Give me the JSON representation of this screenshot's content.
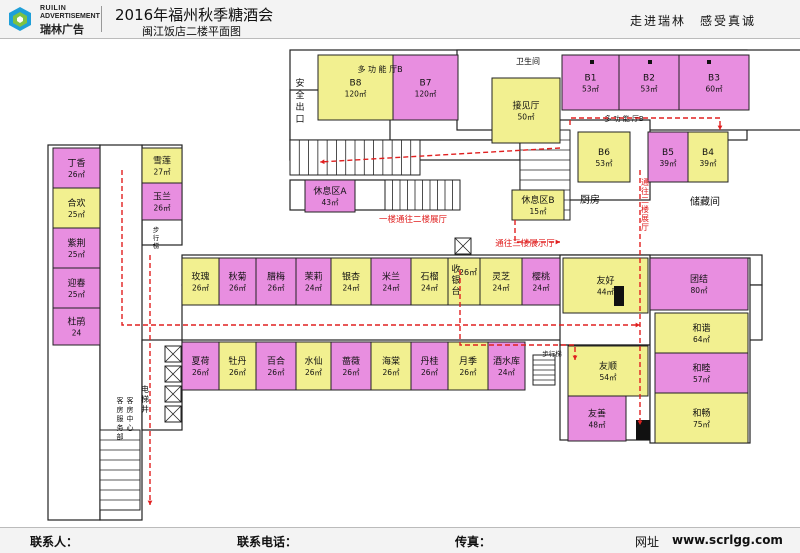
{
  "header": {
    "brand_line1": "RUILIN",
    "brand_line2": "ADVERTISEMENT",
    "brand_line3": "瑞林广告",
    "title": "2016年福州秋季糖酒会",
    "subtitle": "闽江饭店二楼平面图",
    "slogan": "走进瑞林　感受真诚"
  },
  "footer": {
    "contact": "联系人：",
    "phone": "联系电话：",
    "fax": "传真：",
    "web_label": "网址",
    "web_url": "www.scrlgg.com"
  },
  "colors": {
    "pink": "#e88ee0",
    "yellow": "#f2f090",
    "outline": "#222222",
    "arrow": "#e02020"
  },
  "rooms": [
    {
      "id": "dingxiang",
      "name": "丁香",
      "area": "26㎡",
      "color": "pink"
    },
    {
      "id": "hehuan",
      "name": "合欢",
      "area": "25㎡",
      "color": "yellow"
    },
    {
      "id": "zijing",
      "name": "紫荆",
      "area": "25㎡",
      "color": "pink"
    },
    {
      "id": "yingchun",
      "name": "迎春",
      "area": "25㎡",
      "color": "pink"
    },
    {
      "id": "dujuan",
      "name": "杜鹃",
      "area": "24",
      "color": "pink"
    },
    {
      "id": "xuelian",
      "name": "雪莲",
      "area": "27㎡",
      "color": "yellow"
    },
    {
      "id": "yulan",
      "name": "玉兰",
      "area": "26㎡",
      "color": "pink"
    },
    {
      "id": "meigui",
      "name": "玫瑰",
      "area": "26㎡",
      "color": "yellow"
    },
    {
      "id": "qiuju",
      "name": "秋菊",
      "area": "26㎡",
      "color": "pink"
    },
    {
      "id": "lamei",
      "name": "腊梅",
      "area": "26㎡",
      "color": "pink"
    },
    {
      "id": "moli",
      "name": "茉莉",
      "area": "24㎡",
      "color": "pink"
    },
    {
      "id": "yinxing",
      "name": "银杏",
      "area": "24㎡",
      "color": "yellow"
    },
    {
      "id": "milan",
      "name": "米兰",
      "area": "24㎡",
      "color": "pink"
    },
    {
      "id": "shiliu",
      "name": "石榴",
      "area": "24㎡",
      "color": "yellow"
    },
    {
      "id": "shouyintai",
      "name": "收银台",
      "area": "26㎡",
      "color": "yellow"
    },
    {
      "id": "lingzhi",
      "name": "灵芝",
      "area": "24㎡",
      "color": "yellow"
    },
    {
      "id": "yingtao",
      "name": "樱桃",
      "area": "24㎡",
      "color": "pink"
    },
    {
      "id": "youhao",
      "name": "友好",
      "area": "44㎡",
      "color": "yellow"
    },
    {
      "id": "tuanjie",
      "name": "团结",
      "area": "80㎡",
      "color": "pink"
    },
    {
      "id": "hexie",
      "name": "和谐",
      "area": "64㎡",
      "color": "yellow"
    },
    {
      "id": "hemu",
      "name": "和睦",
      "area": "57㎡",
      "color": "pink"
    },
    {
      "id": "hechang",
      "name": "和畅",
      "area": "75㎡",
      "color": "yellow"
    },
    {
      "id": "xiahe",
      "name": "夏荷",
      "area": "26㎡",
      "color": "pink"
    },
    {
      "id": "mudan",
      "name": "牡丹",
      "area": "26㎡",
      "color": "yellow"
    },
    {
      "id": "baihe",
      "name": "百合",
      "area": "26㎡",
      "color": "pink"
    },
    {
      "id": "shuixian",
      "name": "水仙",
      "area": "26㎡",
      "color": "yellow"
    },
    {
      "id": "qiangwei",
      "name": "蔷薇",
      "area": "26㎡",
      "color": "pink"
    },
    {
      "id": "haitang",
      "name": "海棠",
      "area": "26㎡",
      "color": "yellow"
    },
    {
      "id": "dangui",
      "name": "丹桂",
      "area": "26㎡",
      "color": "pink"
    },
    {
      "id": "yueji",
      "name": "月季",
      "area": "26㎡",
      "color": "yellow"
    },
    {
      "id": "jiushuiku",
      "name": "酒水库",
      "area": "24㎡",
      "color": "pink"
    },
    {
      "id": "youshun",
      "name": "友顺",
      "area": "54㎡",
      "color": "yellow"
    },
    {
      "id": "youshan",
      "name": "友善",
      "area": "48㎡",
      "color": "pink"
    },
    {
      "id": "b8",
      "name": "B8",
      "area": "120㎡",
      "color": "yellow"
    },
    {
      "id": "b7",
      "name": "B7",
      "area": "120㎡",
      "color": "pink"
    },
    {
      "id": "jiejianting",
      "name": "接见厅",
      "area": "50㎡",
      "color": "yellow"
    },
    {
      "id": "b1",
      "name": "B1",
      "area": "53㎡",
      "color": "pink"
    },
    {
      "id": "b2",
      "name": "B2",
      "area": "53㎡",
      "color": "pink"
    },
    {
      "id": "b3",
      "name": "B3",
      "area": "60㎡",
      "color": "pink"
    },
    {
      "id": "b6",
      "name": "B6",
      "area": "53㎡",
      "color": "yellow"
    },
    {
      "id": "b5",
      "name": "B5",
      "area": "39㎡",
      "color": "pink"
    },
    {
      "id": "b4",
      "name": "B4",
      "area": "39㎡",
      "color": "yellow"
    },
    {
      "id": "xiuxiquA",
      "name": "休息区A",
      "area": "43㎡",
      "color": "pink"
    },
    {
      "id": "xiuxiquB",
      "name": "休息区B",
      "area": "15㎡",
      "color": "yellow"
    }
  ],
  "labels": {
    "safety_exit": "安全出口",
    "multi_hall_b_top": "多 功 能 厅B",
    "multi_hall_b_right": "多 功 能 厅B",
    "restroom": "卫生间",
    "kitchen": "厨房",
    "storage": "储藏间",
    "stairs": "步行梯",
    "elevator_shaft": "电梯井",
    "guest_service": "客房服务部",
    "guest_center": "客房中心",
    "route_to_hall1": "一楼通往二楼展厅",
    "route_to_hall3": "通往三楼展示厅",
    "route_to_hall2": "通往二楼展厅"
  }
}
